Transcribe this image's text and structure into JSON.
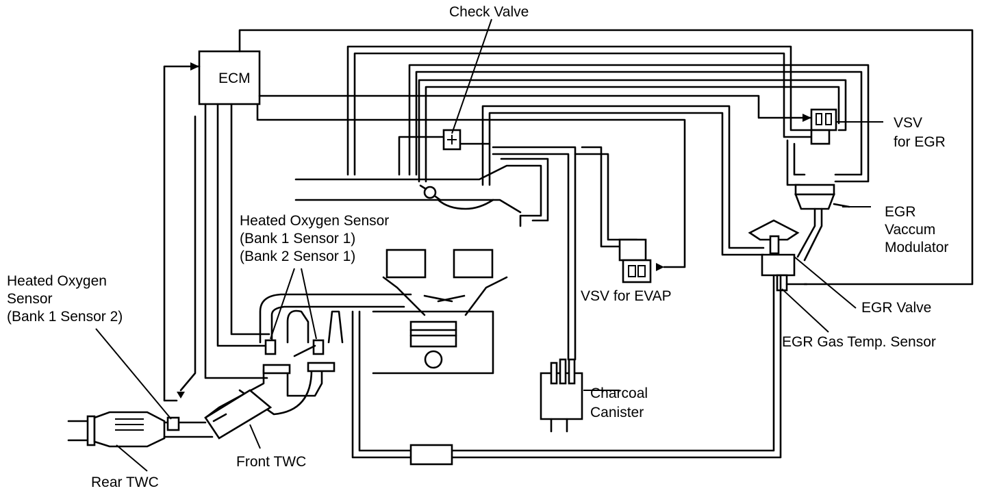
{
  "labels": {
    "ecm": "ECM",
    "check_valve": "Check Valve",
    "vsv_egr_1": "VSV",
    "vsv_egr_2": "for EGR",
    "egr_mod_1": "EGR",
    "egr_mod_2": "Vaccum",
    "egr_mod_3": "Modulator",
    "egr_valve": "EGR Valve",
    "egr_temp": "EGR Gas Temp. Sensor",
    "vsv_evap": "VSV for EVAP",
    "charcoal_1": "Charcoal",
    "charcoal_2": "Canister",
    "front_twc": "Front TWC",
    "rear_twc": "Rear TWC",
    "ho2_front_1": "Heated Oxygen Sensor",
    "ho2_front_2": "(Bank 1 Sensor 1)",
    "ho2_front_3": "(Bank 2 Sensor 1)",
    "ho2_rear_1": "Heated Oxygen",
    "ho2_rear_2": "Sensor",
    "ho2_rear_3": "(Bank 1 Sensor 2)"
  }
}
